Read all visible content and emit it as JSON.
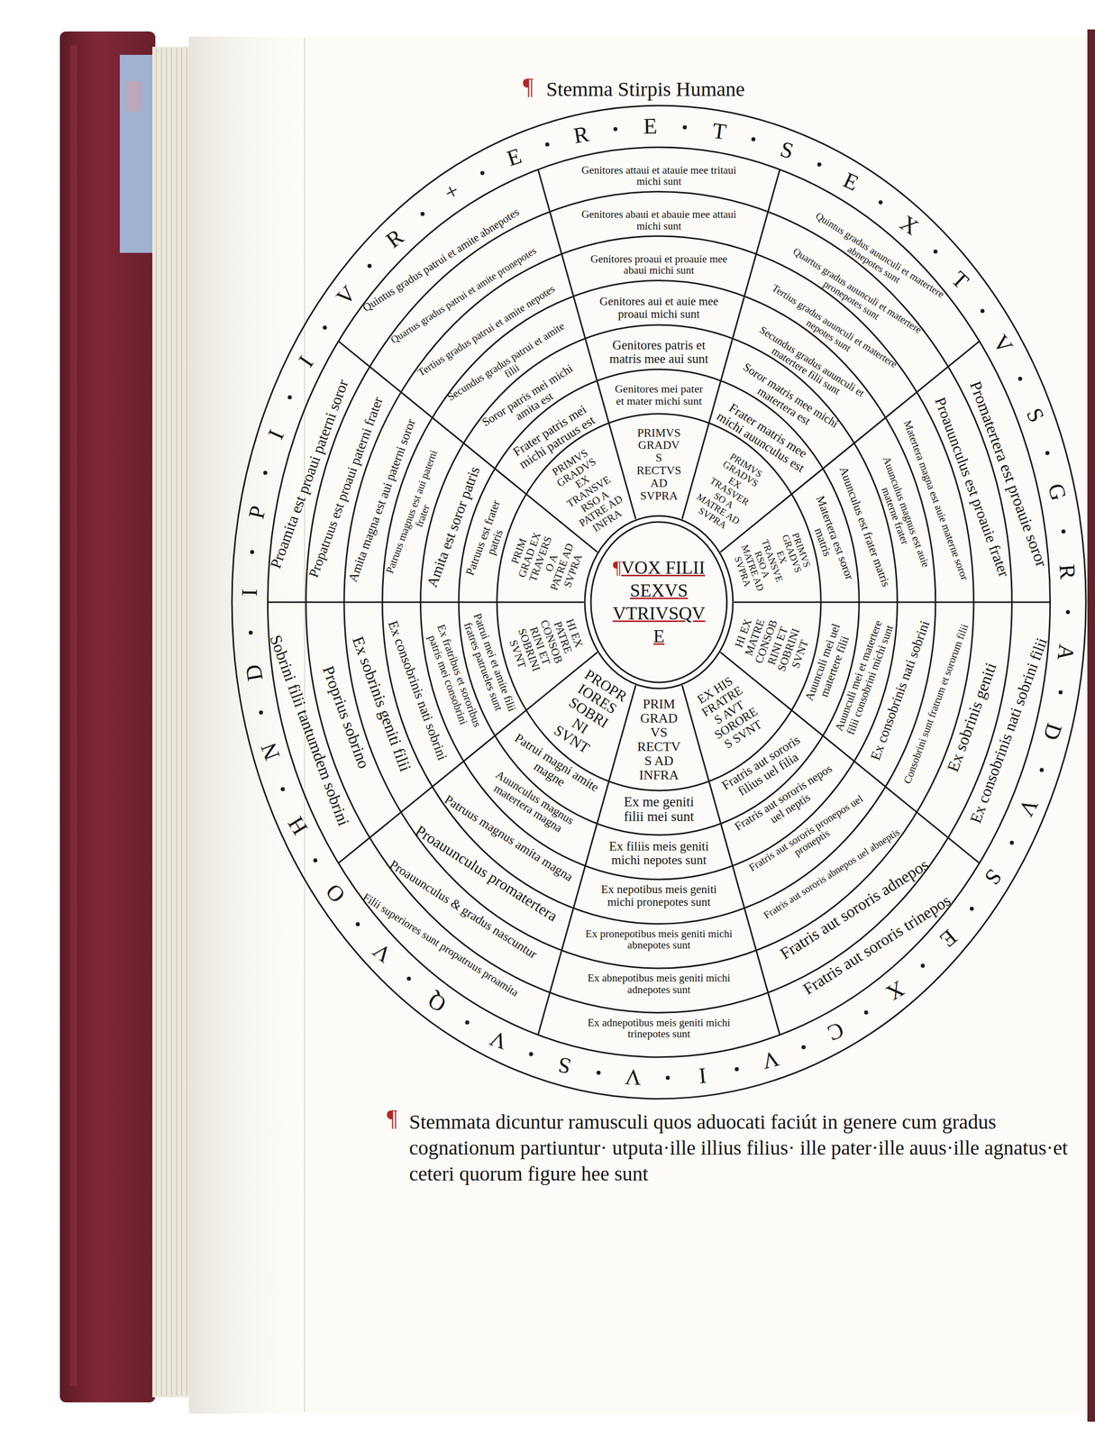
{
  "diagram": {
    "title": "Stemma Stirpis Humane",
    "caption": "Stemmata dicuntur ramusculi quos aduocati faciút in genere cum gradus cognationum partiuntur· utputa·ille illius filius· ille pater·ille auus·ille agnatus·et ceteri quorum figure hee sunt",
    "nodes": [
      {
        "text": [
          "¶",
          "VOX FILII SEXVS VTRIVSQVE"
        ]
      },
      {
        "text": [
          "PRIMVS GRADVS RECTVS AD SVPRA"
        ]
      },
      {
        "text": [
          "Genitores mei pater et mater michi sunt"
        ]
      },
      {
        "text": [
          "Genitores patris et matris mee aui sunt"
        ]
      },
      {
        "text": [
          "Genitores aui et auie mee proaui michi sunt"
        ]
      },
      {
        "text": [
          "Genitores proaui et proauie mee abaui michi sunt"
        ]
      },
      {
        "text": [
          "Genitores abaui et abauie mee attaui michi sunt"
        ]
      },
      {
        "text": [
          "Genitores attaui et atauie mee tritaui michi sunt"
        ]
      },
      {
        "text": [
          "PRIMVS GRADVS EX TRASVERSO A MATRE AD SVPRA"
        ]
      },
      {
        "text": [
          "Frater matris mee michi auunculus est"
        ]
      },
      {
        "text": [
          "Soror matris mee michi matertera est"
        ]
      },
      {
        "text": [
          "Secundus gradus auunculi et matertere filii sunt"
        ]
      },
      {
        "text": [
          "Tertius gradus auunculi et matertere nepotes sunt"
        ]
      },
      {
        "text": [
          "Quartus gradus auunculi et matertere pronepotes sunt"
        ]
      },
      {
        "text": [
          "Quintus gradus auunculi et matertere abnepotes sunt"
        ]
      },
      {
        "text": [
          "PRIMVS GRADVS EX TRANSVERSO A MATRE AD SVPRA"
        ]
      },
      {
        "text": [
          "Matertera est soror matris"
        ]
      },
      {
        "text": [
          "Auunculus est frater matris"
        ]
      },
      {
        "text": [
          "Auunculus magnus est auie materne frater"
        ]
      },
      {
        "text": [
          "Matertera magna est auie materne soror"
        ]
      },
      {
        "text": [
          "Proauunculus est proauie frater"
        ]
      },
      {
        "text": [
          "Promatertera est proauie soror"
        ]
      },
      {
        "text": [
          "HI EX MATRE CONSOBRINI ET SOBRINI SVNT"
        ]
      },
      {
        "text": [
          "Auunculi mei uel matertere filii"
        ]
      },
      {
        "text": [
          "Auunculi mei et matertere filii consobrini michi sunt"
        ]
      },
      {
        "text": [
          "Ex consobrinis nati sobrini"
        ]
      },
      {
        "text": [
          "Consobrini sunt fratrum et sororum filii"
        ]
      },
      {
        "text": [
          "Ex sobrinis geniti"
        ]
      },
      {
        "text": [
          "Ex consobrinis nati sobrini filii"
        ]
      },
      {
        "text": [
          "EX HIS FRATRES AVT SORORES SVNT"
        ]
      },
      {
        "text": [
          "Fratris aut sororis filius uel filia"
        ]
      },
      {
        "text": [
          "Fratris aut sororis nepos uel neptis"
        ]
      },
      {
        "text": [
          "Fratris aut sororis pronepos uel proneptis"
        ]
      },
      {
        "text": [
          "Fratris aut sororis abnepos uel abneptis"
        ]
      },
      {
        "text": [
          "Fratris aut sororis adnepos"
        ]
      },
      {
        "text": [
          "Fratris aut sororis trinepos"
        ]
      },
      {
        "text": [
          "PRIM GRADVS RECTVS AD INFRA"
        ]
      },
      {
        "text": [
          "Ex me geniti filii mei sunt"
        ]
      },
      {
        "text": [
          "Ex filiis meis geniti michi nepotes sunt"
        ]
      },
      {
        "text": [
          "Ex nepotibus meis geniti michi pronepotes sunt"
        ]
      },
      {
        "text": [
          "Ex pronepotibus meis geniti michi abnepotes sunt"
        ]
      },
      {
        "text": [
          "Ex abnepotibus meis geniti michi adnepotes sunt"
        ]
      },
      {
        "text": [
          "Ex adnepotibus meis geniti michi trinepotes sunt"
        ]
      },
      {
        "text": [
          "PROPRIORES SOBRINI SVNT"
        ]
      },
      {
        "text": [
          "Patrui magni amite magne"
        ]
      },
      {
        "text": [
          "Auunculus magnus matertera magna"
        ]
      },
      {
        "text": [
          "Patruus magnus amita magna"
        ]
      },
      {
        "text": [
          "Proauunculus promatertera"
        ]
      },
      {
        "text": [
          "Proauunculus & gradus nascuntur"
        ]
      },
      {
        "text": [
          "Filii superiores sunt propatruus proamita"
        ]
      },
      {
        "text": [
          "HI EX PATRE CONSOBRINI ET SOBRINI SVNT"
        ]
      },
      {
        "text": [
          "Patrui mei et amite filii fratres patrueles sunt"
        ]
      },
      {
        "text": [
          "Ex fratribus et sororibus patris mei consobrini"
        ]
      },
      {
        "text": [
          "Ex consobrinis nati sobrini"
        ]
      },
      {
        "text": [
          "Ex sobrinis geniti filii"
        ]
      },
      {
        "text": [
          "Proprius sobrino"
        ]
      },
      {
        "text": [
          "Sobrini filii tantumdem sobrini"
        ]
      },
      {
        "text": [
          "PRIM GRAD EX TRAVERSO A PATRE AD SVPRA"
        ]
      },
      {
        "text": [
          "Patruus est frater patris"
        ]
      },
      {
        "text": [
          "Amita est soror patris"
        ]
      },
      {
        "text": [
          "Patruus magnus est aui paterni frater"
        ]
      },
      {
        "text": [
          "Amita magna est aui paterni soror"
        ]
      },
      {
        "text": [
          "Propatruus est proaui paterni frater"
        ]
      },
      {
        "text": [
          "Proamita est proaui paterni soror"
        ]
      },
      {
        "text": [
          "PRIMVS GRADVS EX TRANSVERSO A PATRE AD INFRA"
        ]
      },
      {
        "text": [
          "Frater patris mei michi patruus est"
        ]
      },
      {
        "text": [
          "Soror patris mei michi amita est"
        ]
      },
      {
        "text": [
          "Secundus gradus patrui et amite filii"
        ]
      },
      {
        "text": [
          "Tertius gradus patrui et amite nepotes"
        ]
      },
      {
        "text": [
          "Quartus gradus patrui et amite pronepotes"
        ]
      },
      {
        "text": [
          "Quintus gradus patrui et amite abnepotes"
        ]
      }
    ],
    "labels": [
      "¶",
      "¶",
      "H",
      "N",
      "D",
      "I",
      "P",
      "I",
      "I",
      "V",
      "R",
      "+",
      "E",
      "R",
      "E",
      "T",
      "S",
      "E",
      "X",
      "T",
      "V",
      "S",
      "G",
      "R",
      "A",
      "D",
      "V",
      "S",
      "E",
      "X",
      "C",
      "V",
      "I",
      "V",
      "S",
      "V",
      "Q",
      "V",
      "O"
    ]
  }
}
